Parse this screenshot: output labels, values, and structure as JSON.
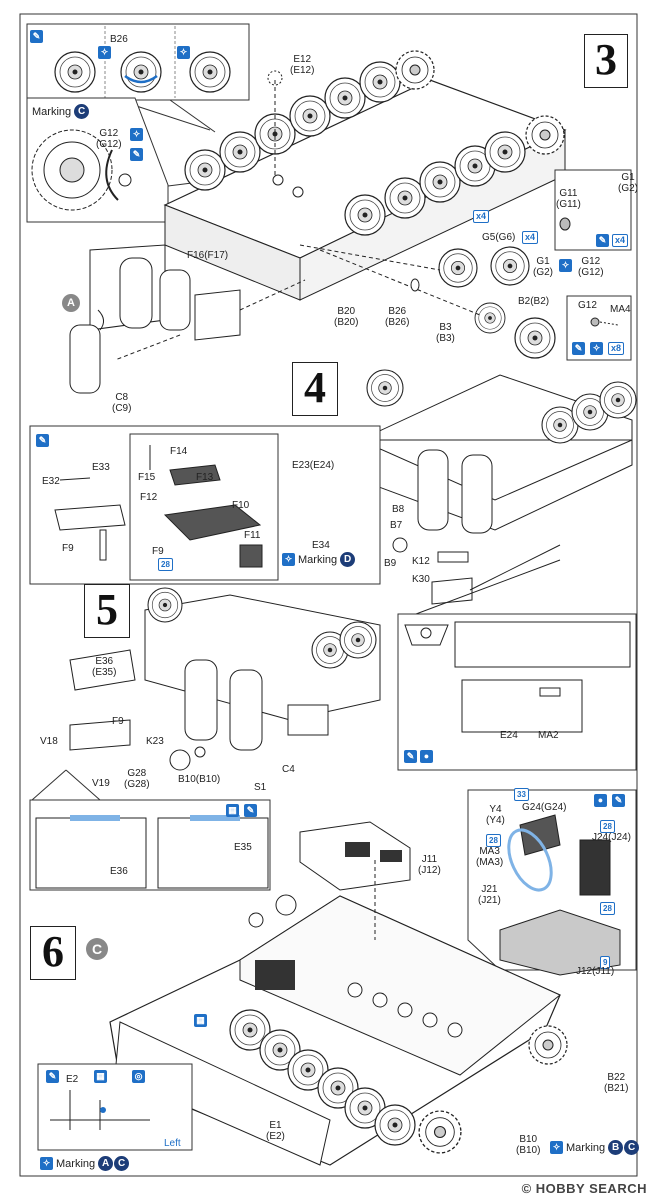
{
  "page": {
    "border_color": "#333333"
  },
  "steps": {
    "s3": "3",
    "s4": "4",
    "s5": "5",
    "s6": "6"
  },
  "colors": {
    "blue": "#1f6fc6",
    "grey": "#888888",
    "navy": "#1d3d78",
    "light_blue": "#7fb3e6"
  },
  "markings": {
    "c_label": "Marking",
    "d_label": "Marking",
    "bc_label": "Marking",
    "ac_label": "Marking",
    "A": "A",
    "B": "B",
    "C": "C",
    "D": "D"
  },
  "step3": {
    "labels": {
      "b26_top": "B26",
      "e12": "E12\n(E12)",
      "g12": "G12\n(G12)",
      "f16": "F16(F17)",
      "g1_right": "G1\n(G2)",
      "g11": "G11\n(G11)",
      "g5": "G5(G6)",
      "g1_mid": "G1\n(G2)",
      "g12_mid": "G12\n(G12)",
      "b20": "B20\n(B20)",
      "b26": "B26\n(B26)",
      "b2": "B2(B2)",
      "b3": "B3\n(B3)",
      "c8": "C8\n(C9)",
      "g12_small": "G12",
      "ma4": "MA4"
    },
    "badges": {
      "x4a": "x4",
      "x4b": "x4",
      "x4c": "x4",
      "x8": "x8"
    }
  },
  "step4": {
    "labels": {
      "e23": "E23(E24)",
      "e34": "E34",
      "b8": "B8",
      "b7": "B7",
      "b9": "B9",
      "k12": "K12",
      "k30": "K30",
      "e24": "E24",
      "ma2": "MA2"
    }
  },
  "step5": {
    "labels": {
      "f14": "F14",
      "f15": "F15",
      "f13": "F13",
      "f12": "F12",
      "f10": "F10",
      "f9_inset": "F9",
      "f11": "F11",
      "e32": "E32",
      "e33": "E33",
      "f9": "F9",
      "e36_top": "E36\n(E35)",
      "f9_b": "F9",
      "v18": "V18",
      "v19": "V19",
      "k23": "K23",
      "g28": "G28\n(G28)",
      "b10": "B10(B10)",
      "c4": "C4",
      "s1": "S1",
      "e36": "E36",
      "e35": "E35"
    },
    "paint_code": "28"
  },
  "step6": {
    "labels": {
      "y4": "Y4\n(Y4)",
      "g24": "G24(G24)",
      "ma3": "MA3\n(MA3)",
      "j24": "J24(J24)",
      "j11": "J11\n(J12)",
      "j21": "J21\n(J21)",
      "j12": "J12(J11)",
      "e2": "E2",
      "left": "Left",
      "e1": "E1\n(E2)",
      "b22": "B22\n(B21)",
      "b10": "B10\n(B10)"
    },
    "paint_codes": {
      "c1": "33",
      "c2": "28",
      "c3": "28",
      "c4": "28",
      "c5": "9"
    }
  },
  "footer": {
    "watermark": "© HOBBY SEARCH"
  }
}
